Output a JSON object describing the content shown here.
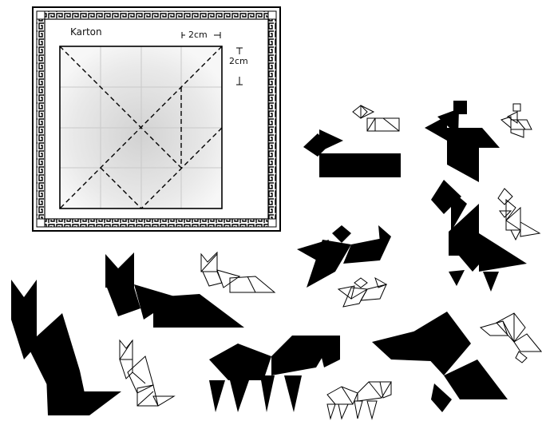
{
  "board": {
    "title": "Karton",
    "width_label": "2cm",
    "height_label_line1": "2",
    "height_label_line2": "cm"
  },
  "colors": {
    "ink": "#000000",
    "paper": "#ffffff",
    "grid": "#c9c9c9",
    "shade": "#d8d8d8"
  }
}
